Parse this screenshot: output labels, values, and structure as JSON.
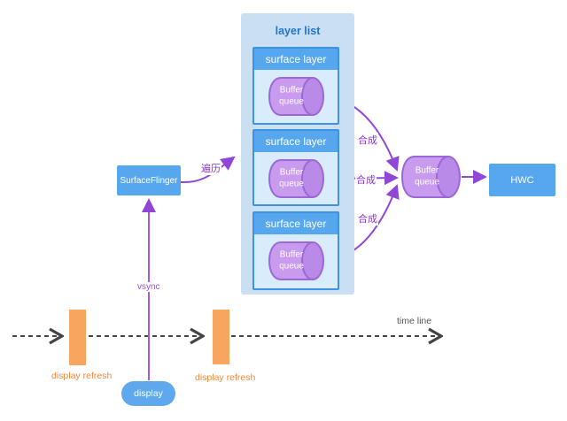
{
  "colors": {
    "node_blue": "#57a7ee",
    "box_border_blue": "#3c92e4",
    "panel_blue": "#cbdff2",
    "box_body_blue": "#d9ecfc",
    "cylinder_purple": "#c89bee",
    "cylinder_cap_purple": "#ba8ae8",
    "cylinder_border_purple": "#9c68d6",
    "arrow_purple": "#9146d6",
    "orange_bar": "#f8a55f",
    "orange_text": "#f08a3c",
    "timeline_dark": "#444444",
    "title_blue": "#1f74c8"
  },
  "layer_list": {
    "title": "layer list",
    "layers": [
      {
        "header": "surface layer",
        "buffer_label": "Buffer queue"
      },
      {
        "header": "surface layer",
        "buffer_label": "Buffer queue"
      },
      {
        "header": "surface layer",
        "buffer_label": "Buffer queue"
      }
    ]
  },
  "nodes": {
    "surfaceflinger": "SurfaceFlinger",
    "central_buffer": "Buffer queue",
    "hwc": "HWC",
    "display": "display"
  },
  "edge_labels": {
    "traverse": "遍历",
    "compose": [
      "合成",
      "合成",
      "合成"
    ],
    "vsync": "vsync"
  },
  "timeline": {
    "label": "time line",
    "refresh_left": "display refresh",
    "refresh_right": "display refresh"
  }
}
